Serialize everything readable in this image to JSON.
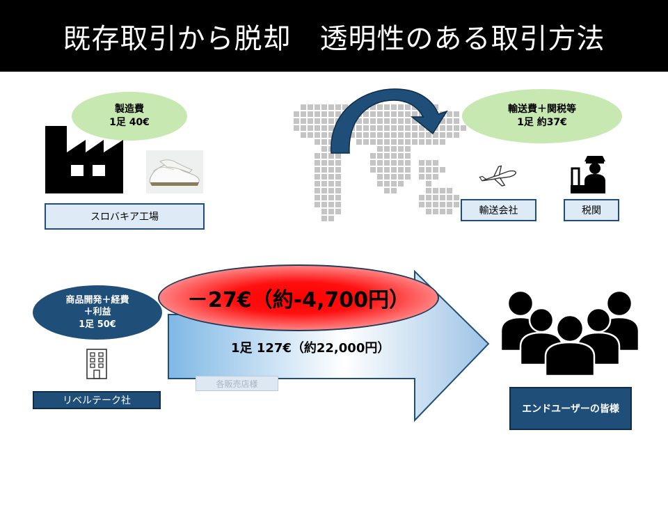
{
  "title": "既存取引から脱却　透明性のある取引方法",
  "manufacturing": {
    "label": "製造費",
    "price": "1足 40€"
  },
  "factory_label": "スロバキア工場",
  "shipping": {
    "label": "輸送費＋関税等",
    "price": "1足 約37€"
  },
  "shipping_company_label": "輸送会社",
  "customs_label": "税関",
  "company_cost": {
    "line1": "商品開発＋経費",
    "line2": "＋利益",
    "price": "1足 50€"
  },
  "company_label": "リベルテーク社",
  "discount_text": "－27€（約-4,700円）",
  "total_price": "1足 127€（約22,000円）",
  "retailers_label": "各販売店様",
  "end_users_label": "エンドユーザーの皆様",
  "colors": {
    "header_bg": "#000000",
    "green_bubble": "#c7e8b0",
    "dark_blue": "#1f4e79",
    "light_box": "#deebf7",
    "discount_red": "#ff0000",
    "arrow_blue": "#9dc3e6"
  },
  "icons": [
    "factory-icon",
    "sneaker-icon",
    "world-map-icon",
    "curved-arrow-icon",
    "airplane-icon",
    "customs-officer-icon",
    "building-icon",
    "people-group-icon",
    "big-arrow-icon"
  ]
}
